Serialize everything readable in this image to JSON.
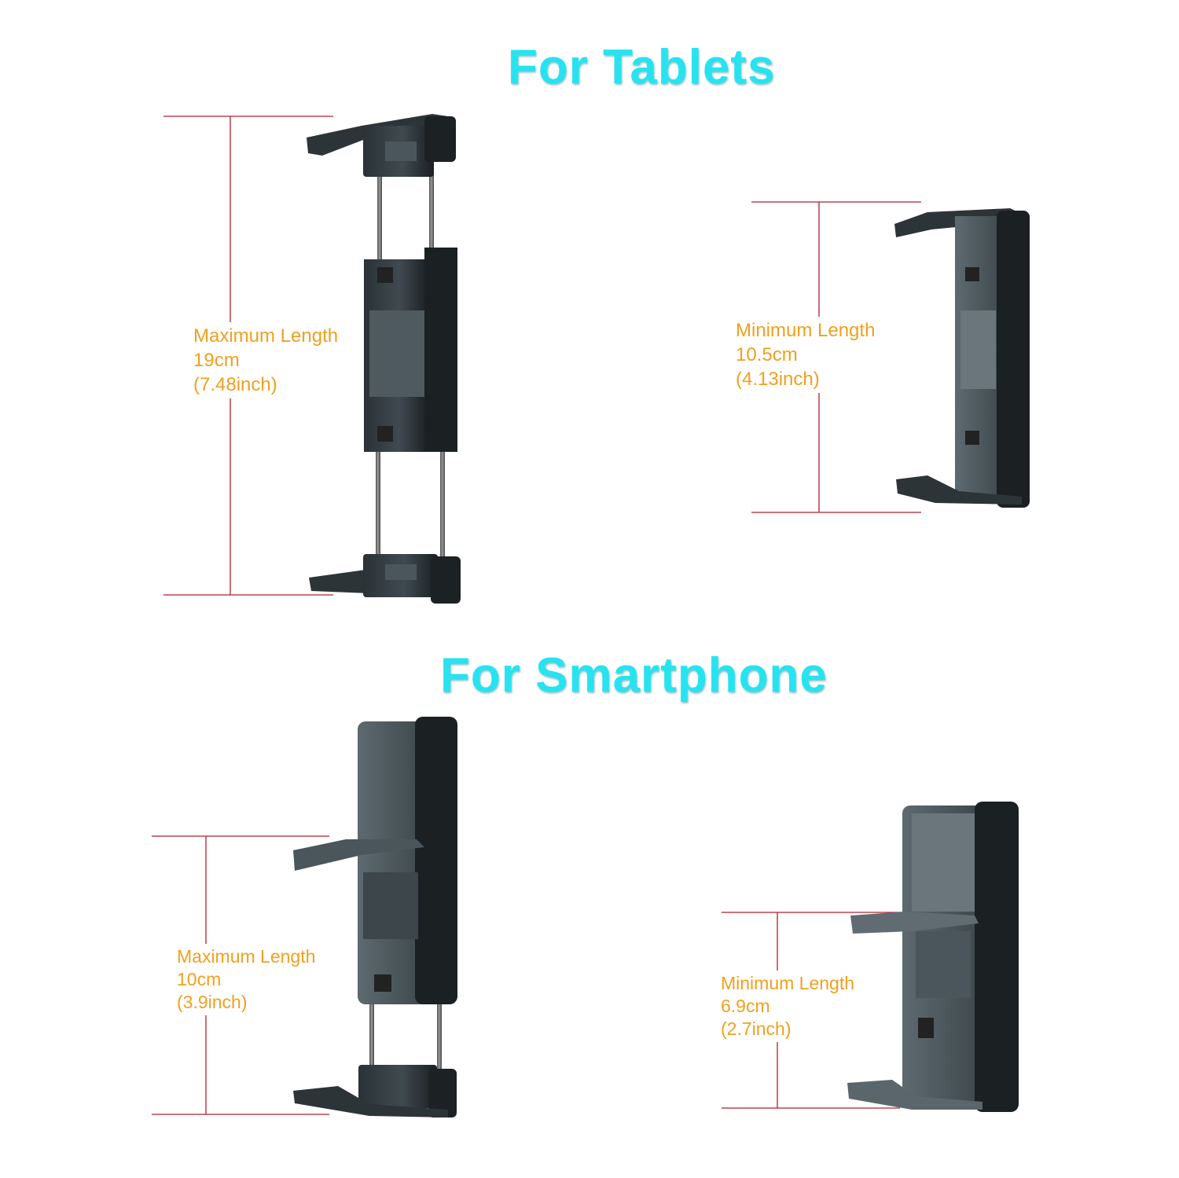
{
  "colors": {
    "title": "#27e3f0",
    "label": "#f0a020",
    "measure_line": "#b0202a",
    "holder_dark": "#1e2326",
    "holder_mid": "#3a4348",
    "holder_light": "#6f7b82",
    "background": "#ffffff"
  },
  "sections": [
    {
      "title": "For Tablets",
      "panels": [
        {
          "kind": "maximum",
          "label_title": "Maximum Length",
          "metric": "19cm",
          "imperial": "(7.48inch)"
        },
        {
          "kind": "minimum",
          "label_title": "Minimum Length",
          "metric": "10.5cm",
          "imperial": "(4.13inch)"
        }
      ]
    },
    {
      "title": "For Smartphone",
      "panels": [
        {
          "kind": "maximum",
          "label_title": "Maximum Length",
          "metric": "10cm",
          "imperial": "(3.9inch)"
        },
        {
          "kind": "minimum",
          "label_title": "Minimum Length",
          "metric": "6.9cm",
          "imperial": "(2.7inch)"
        }
      ]
    }
  ]
}
